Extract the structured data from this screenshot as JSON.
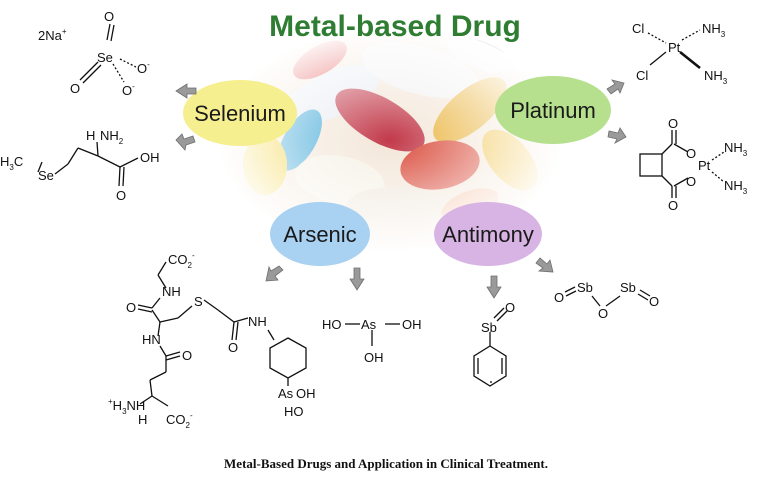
{
  "title": "Metal-based Drug",
  "caption": "Metal-Based Drugs and Application in Clinical Treatment.",
  "colors": {
    "title": "#2e7d32",
    "selenium": "#f5ef8f",
    "platinum": "#b6e08e",
    "arsenic": "#a9d2f2",
    "antimony": "#d8b4e4",
    "arrow": "#9a9a9a"
  },
  "metals": {
    "selenium": "Selenium",
    "platinum": "Platinum",
    "arsenic": "Arsenic",
    "antimony": "Antimony"
  },
  "labels": {
    "na": "2Na",
    "na_charge": "+",
    "se": "Se",
    "o": "O",
    "o_minus": "O",
    "minus": "-",
    "h": "H",
    "nh2": "NH",
    "two": "2",
    "three": "3",
    "h3c": "H",
    "c": "C",
    "oh": "OH",
    "ho": "HO",
    "cl": "Cl",
    "nh3": "NH",
    "pt": "Pt",
    "as": "As",
    "sb": "Sb",
    "s": "S",
    "nh": "NH",
    "hn": "HN",
    "co2": "CO",
    "plus": "+"
  }
}
